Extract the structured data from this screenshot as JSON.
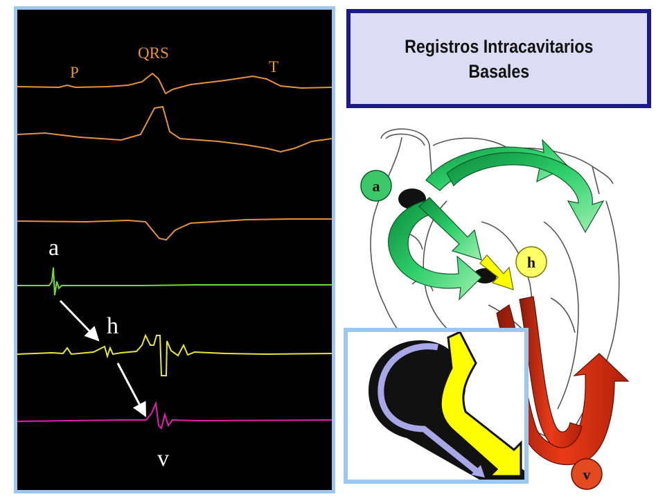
{
  "title": {
    "line1": "Registros Intracavitarios",
    "line2": "Basales"
  },
  "ecg_labels": {
    "p": "P",
    "qrs": "QRS",
    "t": "T",
    "a": "a",
    "h": "h",
    "v": "v"
  },
  "heart_labels": {
    "a": "a",
    "h": "h",
    "v": "v"
  },
  "colors": {
    "surface_ecg": "#e8923a",
    "atrial": "#6fdc3c",
    "his": "#e8e83c",
    "ventricular": "#e020b0",
    "title_border": "#1a1a8c",
    "title_fill": "#dcdcf4",
    "panel_border": "#9cc7f0",
    "green_arrow": "#1aa84a",
    "yellow_arrow": "#ffff00",
    "red_arrow": "#d42a10"
  }
}
